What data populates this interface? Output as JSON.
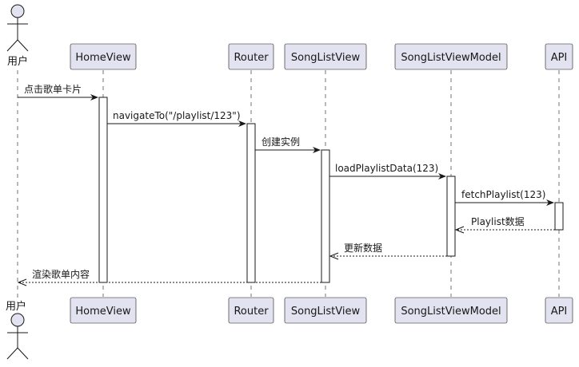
{
  "participants": [
    {
      "id": "user",
      "label": "用户",
      "kind": "actor"
    },
    {
      "id": "home",
      "label": "HomeView",
      "kind": "box"
    },
    {
      "id": "router",
      "label": "Router",
      "kind": "box"
    },
    {
      "id": "songlist",
      "label": "SongListView",
      "kind": "box"
    },
    {
      "id": "vm",
      "label": "SongListViewModel",
      "kind": "box"
    },
    {
      "id": "api",
      "label": "API",
      "kind": "box"
    }
  ],
  "messages": [
    {
      "from": "user",
      "to": "home",
      "label": "点击歌单卡片",
      "type": "sync"
    },
    {
      "from": "home",
      "to": "router",
      "label": "navigateTo(\"/playlist/123\")",
      "type": "sync"
    },
    {
      "from": "router",
      "to": "songlist",
      "label": "创建实例",
      "type": "sync"
    },
    {
      "from": "songlist",
      "to": "vm",
      "label": "loadPlaylistData(123)",
      "type": "sync"
    },
    {
      "from": "vm",
      "to": "api",
      "label": "fetchPlaylist(123)",
      "type": "sync"
    },
    {
      "from": "api",
      "to": "vm",
      "label": "Playlist数据",
      "type": "return"
    },
    {
      "from": "vm",
      "to": "songlist",
      "label": "更新数据",
      "type": "return"
    },
    {
      "from": "songlist",
      "to": "user",
      "label": "渲染歌单内容",
      "type": "return"
    }
  ],
  "colors": {
    "participant_fill": "#E2E2F0",
    "line": "#181818",
    "activation_fill": "#FFFFFF"
  }
}
